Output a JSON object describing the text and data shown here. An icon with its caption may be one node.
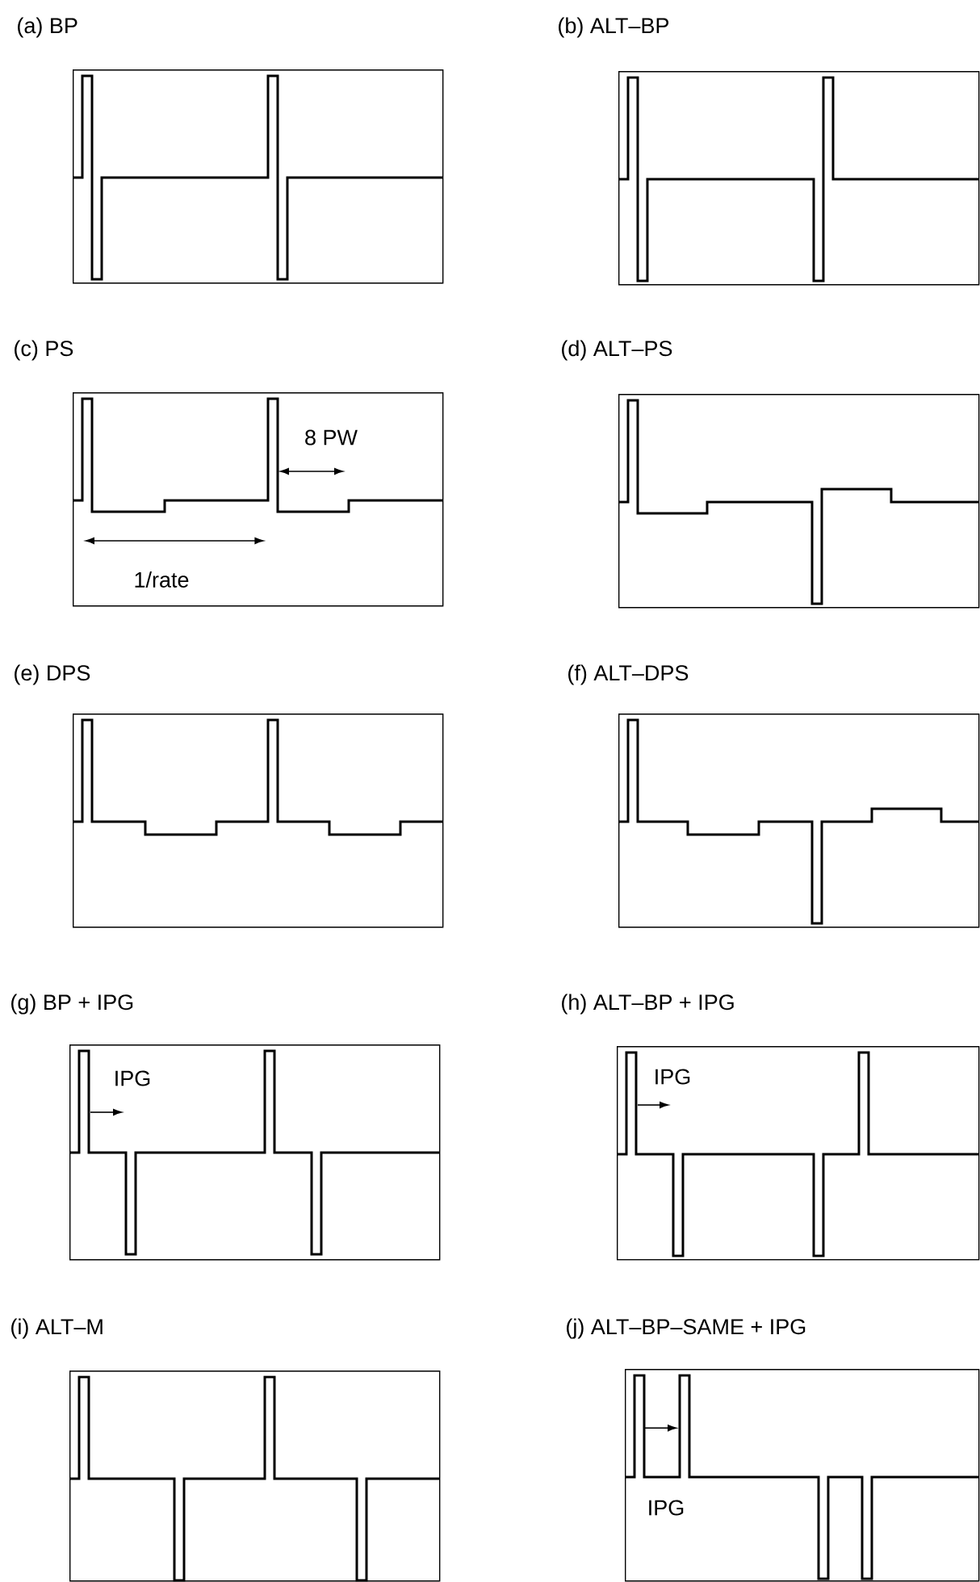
{
  "diagram": {
    "nodes": [
      {
        "text": [
          "(a) BP"
        ]
      },
      {
        "text": [
          "(b) ALT–BP"
        ]
      },
      {
        "text": [
          "(c) PS"
        ]
      },
      {
        "text": [
          "(d) ALT–PS"
        ]
      },
      {
        "text": [
          "(e) DPS"
        ]
      },
      {
        "text": [
          "(f) ALT–DPS"
        ]
      },
      {
        "text": [
          "(g) BP + IPG"
        ]
      },
      {
        "text": [
          "(h) ALT–BP + IPG"
        ]
      },
      {
        "text": [
          "(i) ALT–M"
        ]
      },
      {
        "text": [
          "(j) ALT–BP–SAME + IPG"
        ]
      }
    ],
    "labels": [
      "8 PW",
      "1/rate",
      "IPG",
      "IPG",
      "IPG"
    ]
  }
}
